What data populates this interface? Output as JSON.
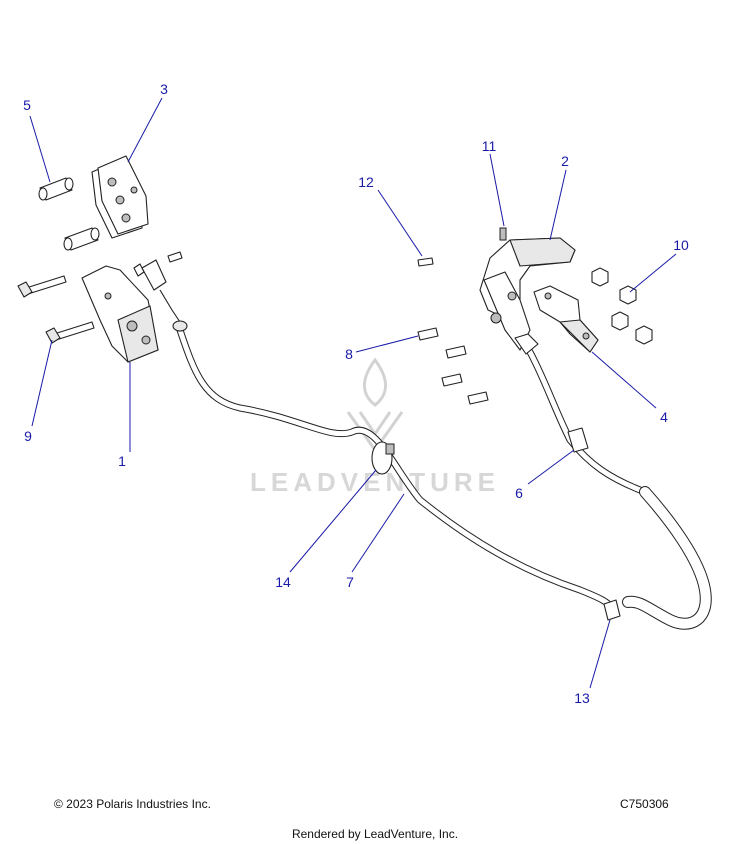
{
  "watermark": {
    "text": "LEADVENTURE"
  },
  "callouts": {
    "c1": "1",
    "c2": "2",
    "c3": "3",
    "c4": "4",
    "c5": "5",
    "c6": "6",
    "c7": "7",
    "c8": "8",
    "c9": "9",
    "c10": "10",
    "c11": "11",
    "c12": "12",
    "c13": "13",
    "c14": "14"
  },
  "footer": {
    "copyright": "© 2023 Polaris Industries Inc.",
    "diagram_code": "C750306",
    "rendered_by": "Rendered by LeadVenture, Inc."
  },
  "colors": {
    "callout": "#1a1aa8",
    "linework": "#222222",
    "watermark": "#d7d7d7"
  }
}
